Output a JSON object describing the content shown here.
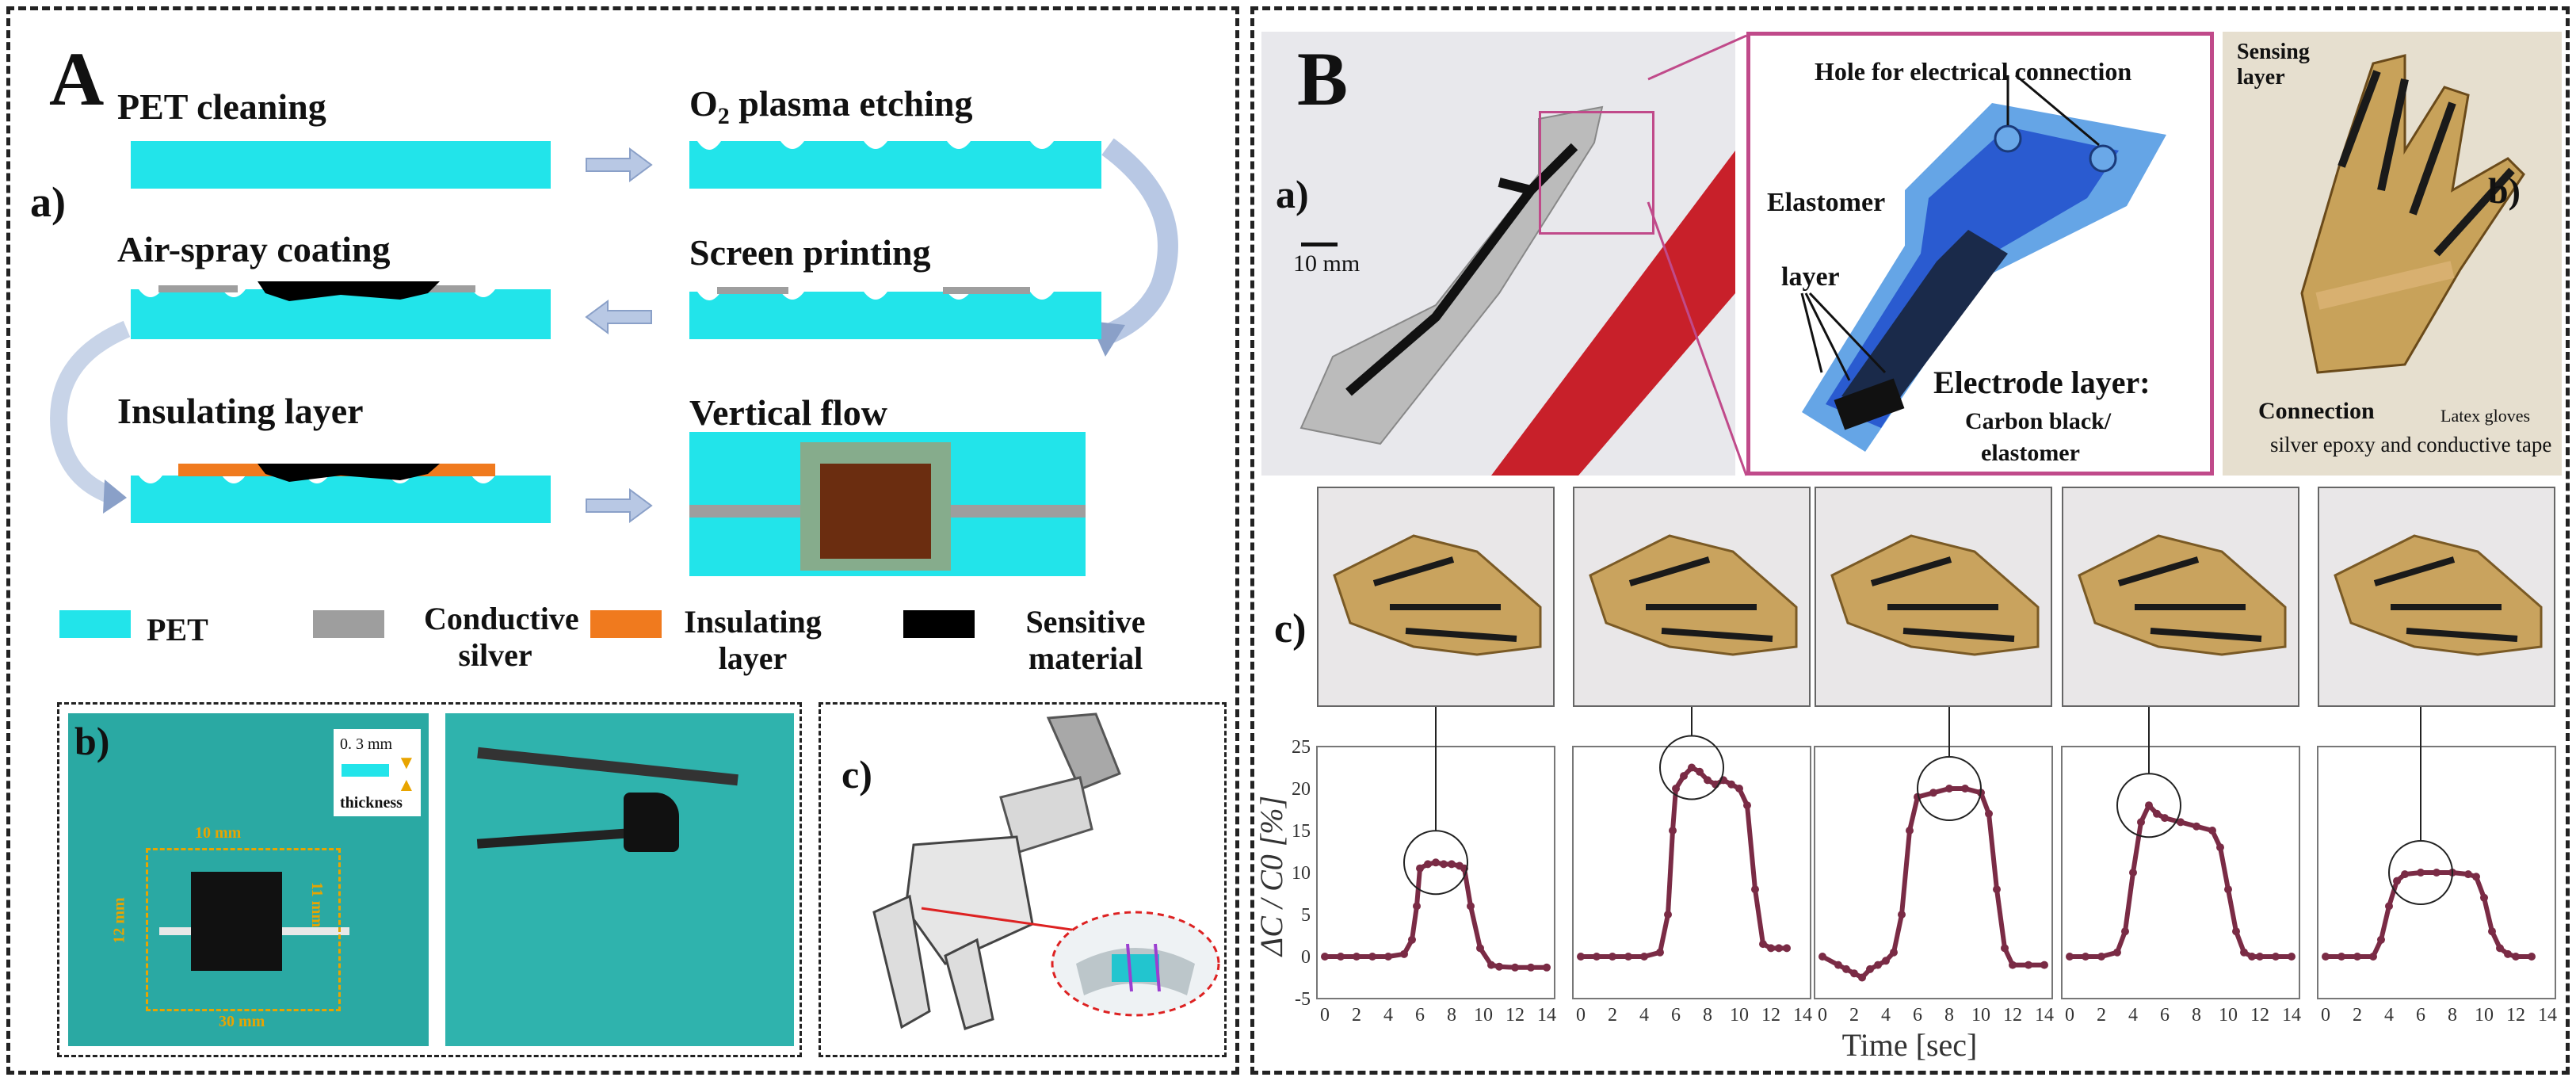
{
  "panel_a": {
    "letter": "A",
    "sub_a": "a)",
    "sub_b": "b)",
    "sub_c": "c)",
    "steps": {
      "pet_cleaning": "PET cleaning",
      "o2_plasma": "O",
      "o2_sub": "2",
      "o2_rest": " plasma etching",
      "air_spray": "Air-spray coating",
      "screen_printing": "Screen printing",
      "insulating_layer": "Insulating layer",
      "vertical_flow": "Vertical flow"
    },
    "legend": {
      "pet": "PET",
      "conductive_silver": "Conductive silver",
      "insulating_layer": "Insulating layer",
      "sensitive_material": "Sensitive material"
    },
    "photo_b": {
      "thickness_value": "0. 3 mm",
      "thickness_label": "thickness",
      "dim_top": "10 mm",
      "dim_left": "12 mm",
      "dim_right": "11 mm",
      "dim_bottom": "30 mm"
    },
    "colors": {
      "pet": "#22e4ea",
      "silver": "#9e9e9e",
      "insulating": "#f07a1e",
      "sensitive": "#000000",
      "arrow": "#b8c8e4",
      "core": "#6b2d10",
      "halo": "#86ac8c"
    }
  },
  "panel_b": {
    "letter": "B",
    "sub_a": "a)",
    "sub_b": "b)",
    "sub_c": "c)",
    "scale_bar": "10 mm",
    "hole_label": "Hole for electrical connection",
    "elastomer_label": "Elastomer",
    "layer_label": "layer",
    "electrode_label": "Electrode layer:",
    "carbon_label": "Carbon black/",
    "elastomer2_label": "elastomer",
    "sensing_layer": "Sensing layer",
    "connection_label": "Connection",
    "latex_label": "Latex gloves",
    "silver_epoxy": "silver epoxy and conductive tape"
  },
  "chart_data": {
    "type": "scatter",
    "ylabel": "ΔC / C0 [%]",
    "xlabel": "Time [sec]",
    "ylim": [
      -5,
      25
    ],
    "xlim": [
      0,
      14
    ],
    "yticks": [
      "25",
      "20",
      "15",
      "10",
      "5",
      "0",
      "-5"
    ],
    "xticks": [
      "0",
      "2",
      "4",
      "6",
      "8",
      "10",
      "12",
      "14"
    ],
    "color": "#7a2b45",
    "panels": [
      {
        "name": "p1",
        "x": [
          0,
          1,
          2,
          3,
          4,
          5,
          5.5,
          5.8,
          6,
          6.5,
          7,
          7.5,
          8,
          8.5,
          8.8,
          9.2,
          9.8,
          10.5,
          11,
          12,
          13,
          14
        ],
        "y": [
          0,
          0,
          0,
          0,
          0,
          0.3,
          2,
          6,
          10.5,
          11,
          11.2,
          11,
          11,
          10.8,
          10.5,
          6,
          1,
          -1,
          -1.2,
          -1.3,
          -1.3,
          -1.3
        ]
      },
      {
        "name": "p2",
        "x": [
          0,
          1,
          2,
          3,
          4,
          5,
          5.5,
          5.8,
          6,
          6.5,
          7,
          7.5,
          8,
          8.5,
          9,
          9.5,
          10,
          10.5,
          11,
          11.5,
          12,
          12.5,
          13
        ],
        "y": [
          0,
          0,
          0,
          0,
          0,
          0.5,
          5,
          15,
          20,
          21.5,
          22.5,
          22,
          21,
          20.5,
          21,
          20.5,
          20,
          18,
          8,
          1.5,
          1,
          1,
          1
        ]
      },
      {
        "name": "p3",
        "x": [
          0,
          1,
          1.5,
          2,
          2.5,
          3,
          3.5,
          4,
          4.5,
          5,
          5.5,
          6,
          7,
          8,
          9,
          10,
          10.5,
          11,
          11.5,
          12,
          13,
          14
        ],
        "y": [
          0,
          -1,
          -1.5,
          -2,
          -2.5,
          -1.5,
          -1,
          -0.5,
          0.5,
          5,
          15,
          19,
          19.5,
          20,
          20,
          19.5,
          17,
          8,
          1,
          -1,
          -1,
          -1
        ]
      },
      {
        "name": "p4",
        "x": [
          0,
          1,
          2,
          3,
          3.5,
          4,
          4.5,
          5,
          5.5,
          6,
          7,
          8,
          9,
          9.5,
          10,
          10.5,
          11,
          11.5,
          12,
          13,
          14
        ],
        "y": [
          0,
          0,
          0,
          0.5,
          3,
          10,
          16,
          18,
          17,
          16.5,
          16,
          15.5,
          15,
          13,
          8,
          3,
          0.5,
          0,
          0,
          0,
          0
        ]
      },
      {
        "name": "p5",
        "x": [
          0,
          1,
          2,
          3,
          3.5,
          4,
          4.5,
          5,
          6,
          7,
          8,
          9,
          9.5,
          10,
          10.5,
          11,
          11.5,
          12,
          13
        ],
        "y": [
          0,
          0,
          0,
          0,
          2,
          6,
          9,
          9.8,
          10,
          10,
          10,
          9.8,
          9.5,
          7,
          3,
          1,
          0.3,
          0,
          0
        ]
      }
    ]
  }
}
